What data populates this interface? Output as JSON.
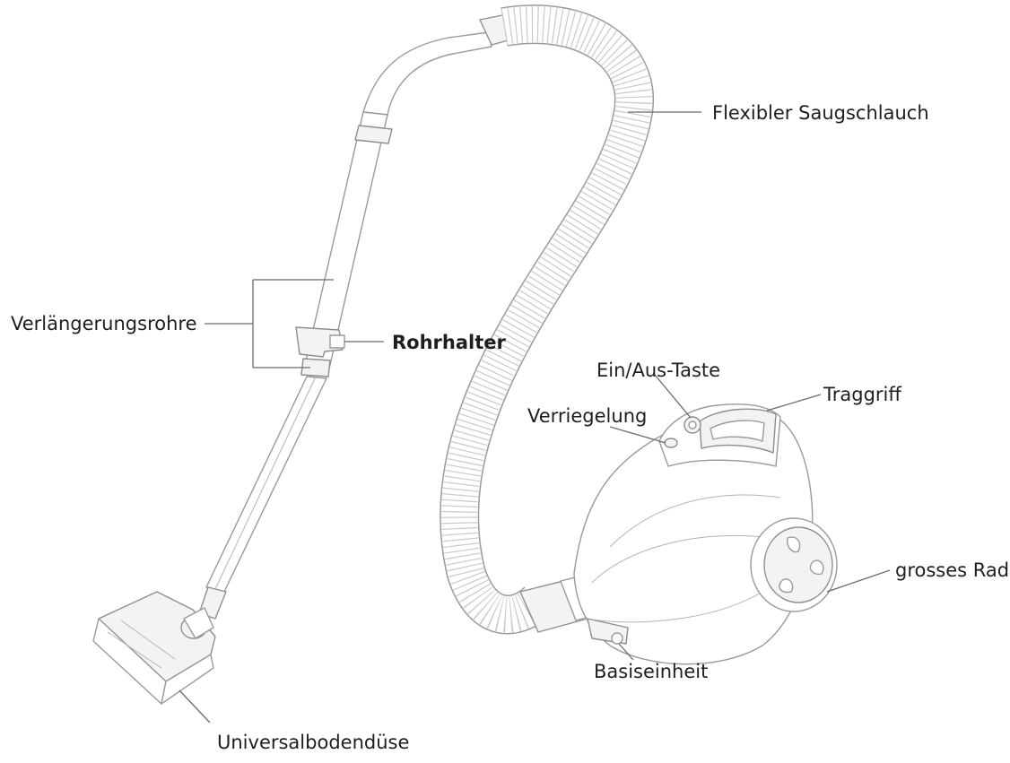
{
  "labels": {
    "hose": "Flexibler Saugschlauch",
    "extension_tubes": "Verlängerungsrohre",
    "tube_holder": "Rohrhalter",
    "power_button": "Ein/Aus-Taste",
    "lock": "Verriegelung",
    "handle": "Traggriff",
    "large_wheel": "grosses Rad",
    "base_unit": "Basiseinheit",
    "floor_nozzle": "Universalbodendüse"
  },
  "colors": {
    "line": "#6b6b6b",
    "outline": "#9a9a9a",
    "text": "#1e1e1e"
  }
}
